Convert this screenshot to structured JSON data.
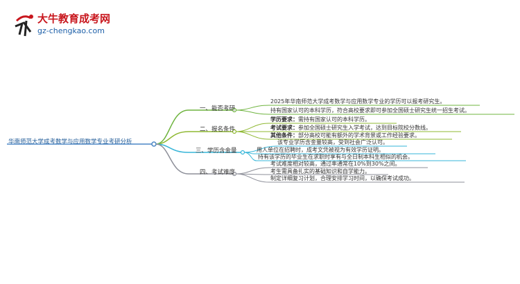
{
  "logo": {
    "title": "大牛教育成考网",
    "url": "gz-chengkao.com"
  },
  "root": "华南师范大学成考数学与应用数学专业考研分析",
  "branches": [
    {
      "label": "一、能否考研",
      "color": "#6fb43f",
      "leaves": [
        {
          "text": "2025年华南师范大学成考数学与应用数学专业的学历可以报考研究生。"
        },
        {
          "text": "持有国家认可的本科学历，符合高校要求即可参加全国硕士研究生统一招生考试。"
        }
      ]
    },
    {
      "label": "二、报名条件",
      "color": "#8fb832",
      "leaves": [
        {
          "bold": "学历要求：",
          "text": "需持有国家认可的本科学历。"
        },
        {
          "bold": "考试要求：",
          "text": "参加全国硕士研究生入学考试，达到目标院校分数线。"
        },
        {
          "bold": "其他条件：",
          "text": "部分高校可能有额外的学术背景或工作经验要求。"
        }
      ]
    },
    {
      "label": "三、学历含金量",
      "color": "#36b5d8",
      "leaves": [
        {
          "text": "该专业学历含金量较高，受到社会广泛认可。"
        },
        {
          "text": "用人单位在招聘时，成考文凭被视为有效学历证明。"
        },
        {
          "text": "持有该学历的毕业生在求职时享有与全日制本科生相似的机会。"
        }
      ]
    },
    {
      "label": "四、考试难度",
      "color": "#8d8f99",
      "leaves": [
        {
          "text": "考试难度相对较高，通过率通常在10%到30%之间。"
        },
        {
          "text": "考生需具备扎实的基础知识和自学能力。"
        },
        {
          "text": "制定详细复习计划，合理安排学习时间，以确保考试成功。"
        }
      ]
    }
  ]
}
